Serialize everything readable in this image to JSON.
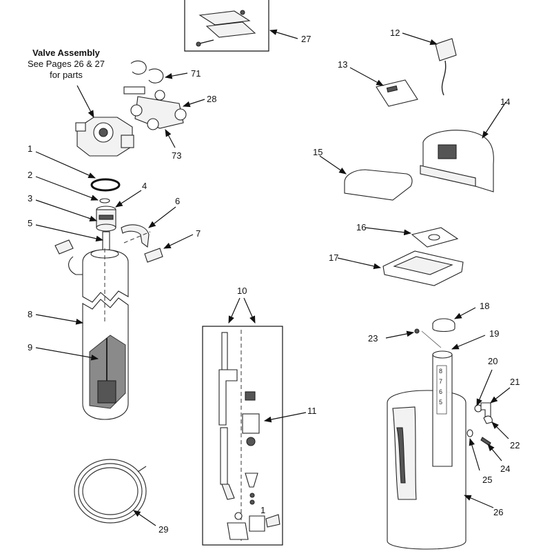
{
  "valve_note": {
    "title": "Valve Assembly",
    "line1": "See Pages 26 & 27",
    "line2": "for parts"
  },
  "callouts": {
    "c1": "1",
    "c2": "2",
    "c3": "3",
    "c4": "4",
    "c5": "5",
    "c6": "6",
    "c7": "7",
    "c8": "8",
    "c9": "9",
    "c10": "10",
    "c11": "11",
    "c11b": "1",
    "c12": "12",
    "c13": "13",
    "c14": "14",
    "c15": "15",
    "c16": "16",
    "c17": "17",
    "c18": "18",
    "c19": "19",
    "c20": "20",
    "c21": "21",
    "c22": "22",
    "c23": "23",
    "c24": "24",
    "c25": "25",
    "c26": "26",
    "c27": "27",
    "c28": "28",
    "c29": "29",
    "c71": "71",
    "c73": "73"
  },
  "gauge_marks": [
    "8",
    "7",
    "6",
    "5"
  ]
}
